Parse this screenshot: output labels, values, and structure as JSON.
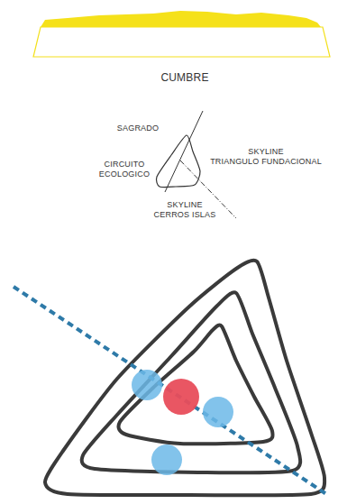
{
  "diagram": {
    "labels": [
      "CUMBRE",
      "SAGRADO",
      "CIRCUITO ECOLOGICO",
      "SKYLINE TRIANGULO FUNDACIONAL",
      "SKYLINE CERROS ISLAS"
    ]
  }
}
